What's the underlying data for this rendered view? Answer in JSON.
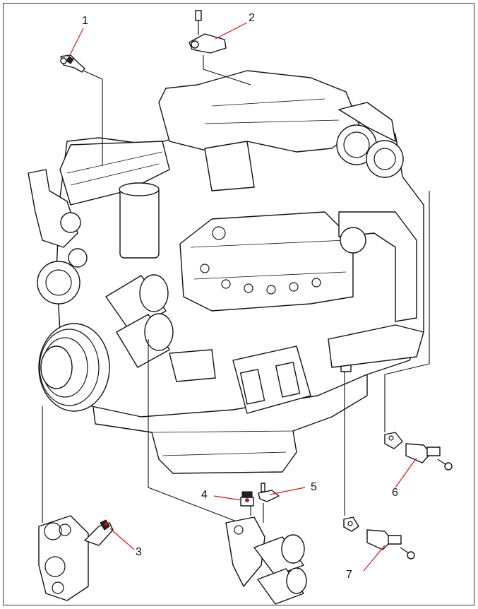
{
  "callouts": [
    {
      "id": "1",
      "label": "1"
    },
    {
      "id": "2",
      "label": "2"
    },
    {
      "id": "3",
      "label": "3"
    },
    {
      "id": "4",
      "label": "4"
    },
    {
      "id": "5",
      "label": "5"
    },
    {
      "id": "6",
      "label": "6"
    },
    {
      "id": "7",
      "label": "7"
    }
  ],
  "colors": {
    "callout_line": "#e01010",
    "outline": "#111111"
  }
}
